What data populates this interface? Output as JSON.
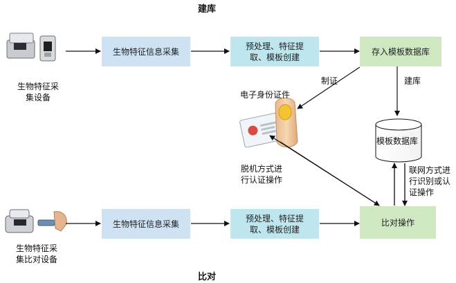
{
  "titles": {
    "top": "建库",
    "bottom": "比对"
  },
  "top_row": {
    "device_label_1": "生物特征采",
    "device_label_2": "集设备",
    "collect": "生物特征信息采集",
    "process_1": "预处理、特征提",
    "process_2": "取、模板创建",
    "store": "存入模板数据库"
  },
  "middle": {
    "certify": "制证",
    "build": "建库",
    "id_card": "电子身份证件",
    "database": "模板数据库",
    "offline_1": "脱机方式进",
    "offline_2": "行认证操作",
    "online_1": "联网方式进",
    "online_2": "行识别或认",
    "online_3": "证操作"
  },
  "bottom_row": {
    "device_label_1": "生物特征采",
    "device_label_2": "集比对设备",
    "collect": "生物特征信息采集",
    "process_1": "预处理、特征提",
    "process_2": "取、模板创建",
    "compare": "比对操作"
  },
  "colors": {
    "blue_box": "#cfe2f3",
    "cyan_box": "#bfe6ee",
    "green_box": "#cfe8c2"
  }
}
